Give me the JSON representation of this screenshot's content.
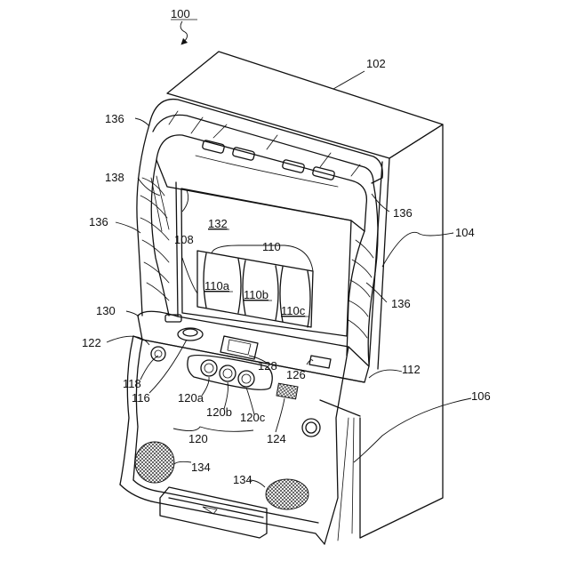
{
  "figure": {
    "labels": {
      "l100": "100",
      "l102": "102",
      "l104": "104",
      "l106": "106",
      "l108": "108",
      "l110": "110",
      "l110a": "110a",
      "l110b": "110b",
      "l110c": "110c",
      "l112": "112",
      "l116": "116",
      "l118": "118",
      "l120": "120",
      "l120a": "120a",
      "l120b": "120b",
      "l120c": "120c",
      "l122": "122",
      "l124": "124",
      "l126": "126",
      "l128": "128",
      "l130": "130",
      "l132": "132",
      "l134a": "134",
      "l134b": "134",
      "l136a": "136",
      "l136b": "136",
      "l136c": "136",
      "l136d": "136",
      "l138": "138"
    }
  }
}
